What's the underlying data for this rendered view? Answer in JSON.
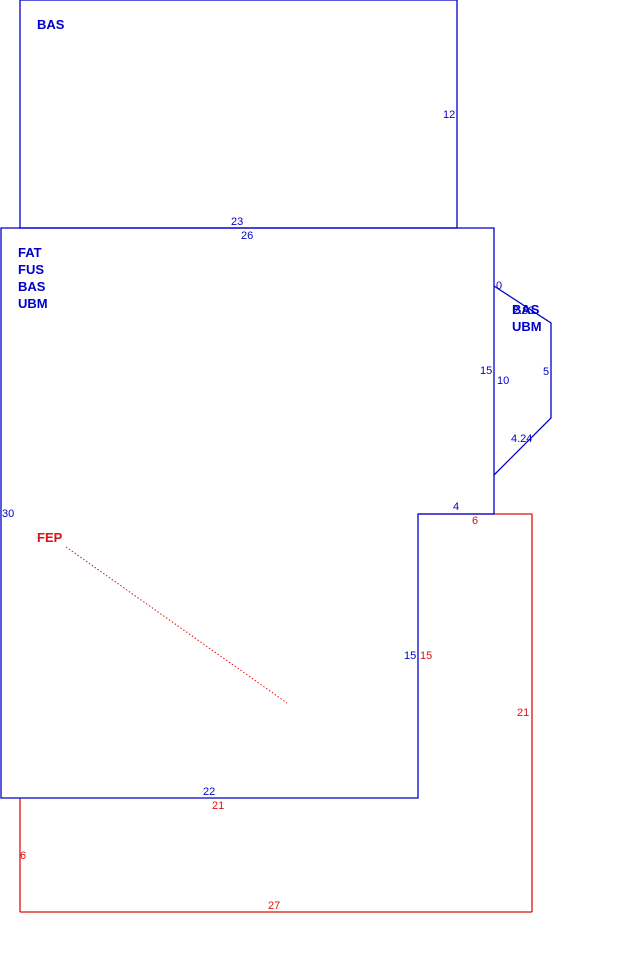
{
  "colors": {
    "main": "#0000cc",
    "porch": "#dd1111"
  },
  "areas": {
    "upper": {
      "codes": [
        "BAS"
      ]
    },
    "main": {
      "codes": [
        "FAT",
        "FUS",
        "BAS",
        "UBM"
      ]
    },
    "bay": {
      "codes": [
        "BAS",
        "UBM"
      ]
    },
    "porch": {
      "codes": [
        "FEP"
      ]
    }
  },
  "dimensions": {
    "upper_right": "12",
    "upper_bottom": "23",
    "main_top": "26",
    "main_left": "30",
    "main_bottom": "22",
    "step_right": "15",
    "step_top": "4",
    "bay_vertical_inner": "15",
    "bay_zero": "0",
    "bay_top_diag": "2.83",
    "bay_inner": "10",
    "bay_right": "5",
    "bay_bottom_diag": "4.24",
    "porch_top": "6",
    "porch_left_upper": "15",
    "porch_right": "21",
    "porch_inner_bottom": "21",
    "porch_left_lower": "6",
    "porch_bottom": "27"
  }
}
